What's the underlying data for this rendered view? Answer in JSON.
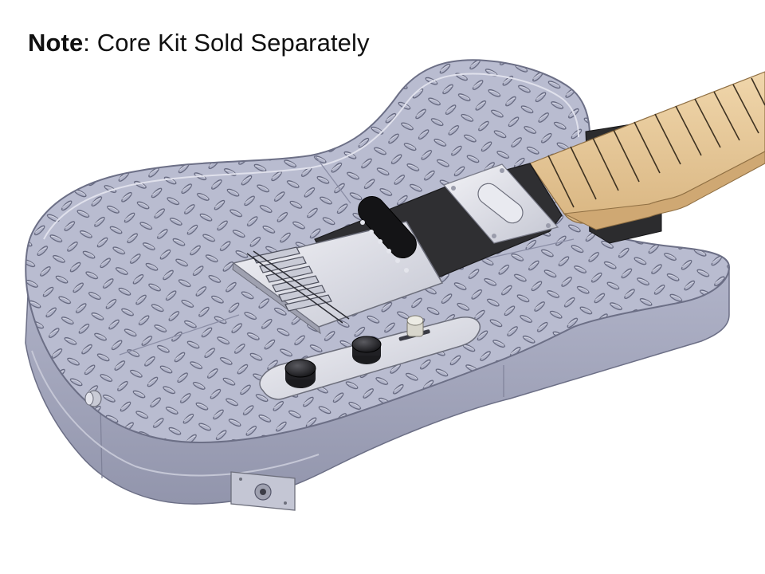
{
  "note": {
    "label": "Note",
    "separator": ":",
    "text": " Core Kit Sold Separately"
  },
  "colors": {
    "plate": "#b9bcd0",
    "plate_edge": "#8f92aa",
    "tread": "#6c6f86",
    "side": "#a6a9bf",
    "side_dark": "#8a8da4",
    "chrome": "#dcdde5",
    "pickguard": "#2e2e30",
    "maple": "#e7c99a",
    "fret": "#4b3d2a"
  },
  "icons": {
    "body": "guitar-body",
    "neck": "maple-neck",
    "bridge": "bridge-plate",
    "knobs": "control-knob",
    "switch": "selector-switch",
    "jack": "output-jack"
  }
}
